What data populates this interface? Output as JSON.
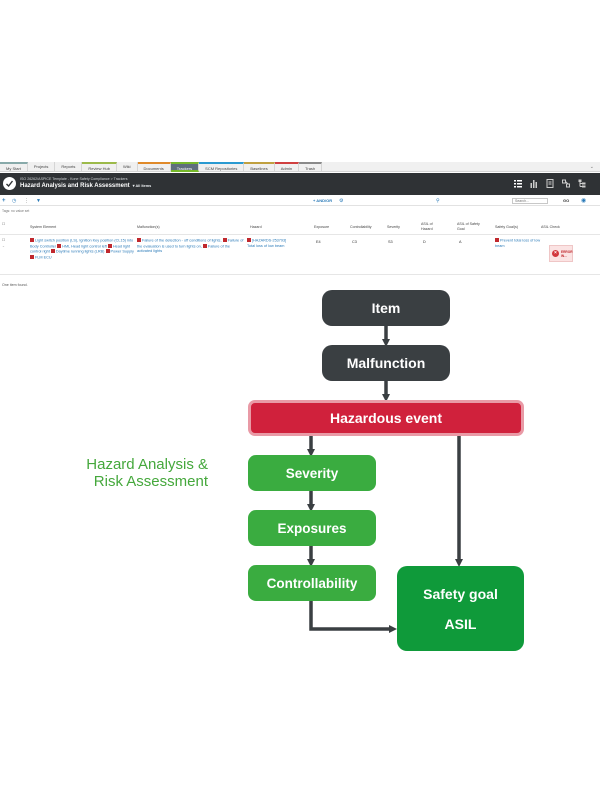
{
  "app": {
    "nav": [
      "My Start",
      "Projects",
      "Reports",
      "Review Hub",
      "Wiki",
      "Documents",
      "Trackers",
      "SCM Repositories",
      "Baselines",
      "Admin",
      "Trash"
    ],
    "active_nav": "Trackers",
    "breadcrumb": "ISO 26262/ASPICE Template - Kone Safety Compliance  >  Trackers",
    "page_title": "Hazard Analysis and Risk Assessment",
    "page_subtitle": "All Items",
    "toolbar": {
      "and_or_label": "+ AND/OR",
      "search_placeholder": "Search...",
      "go_label": "GO"
    },
    "tags_label": "Tags:   no value set",
    "columns": [
      "System Element",
      "Malfunction(s)",
      "Hazard",
      "Exposure",
      "Controllability",
      "Severity",
      "ASIL of Hazard",
      "ASIL of Safety Goal",
      "Safety Goal(s)",
      "ASIL Check"
    ],
    "row": {
      "system_element": [
        "Light switch position (LS), Ignition Key position (CL15) into Body Controller",
        "HML Head light control left",
        "Head light control right",
        "Daytime running lights (LRB)",
        "Power Supply",
        "FLM ECU"
      ],
      "malfunctions": [
        "Failure of the detection - off conditions of lights, ",
        "Failure of the evaluation is used to turn lights on,",
        "Failure of the activated lights"
      ],
      "hazard_id": "[HAZARDS-253793]",
      "hazard_text": "Total loss of low beam",
      "exposure": "E4",
      "controllability": "C3",
      "severity": "S3",
      "asil_hazard": "D",
      "asil_goal": "A",
      "safety_goal_text": "Prevent total loss of low beam",
      "asil_check": "ERROR IN..."
    },
    "found_text": "One item found."
  },
  "diagram": {
    "title_line1": "Hazard Analysis &",
    "title_line2": "Risk Assessment",
    "item": "Item",
    "malfunction": "Malfunction",
    "hazardous_event": "Hazardous event",
    "severity": "Severity",
    "exposures": "Exposures",
    "controllability": "Controllability",
    "safety_goal": "Safety goal",
    "asil": "ASIL",
    "colors": {
      "dark": "#3a3f42",
      "red": "#d0213c",
      "green": "#3aac40",
      "dark_green": "#0f9a3a",
      "title_green": "#45a83c"
    }
  }
}
